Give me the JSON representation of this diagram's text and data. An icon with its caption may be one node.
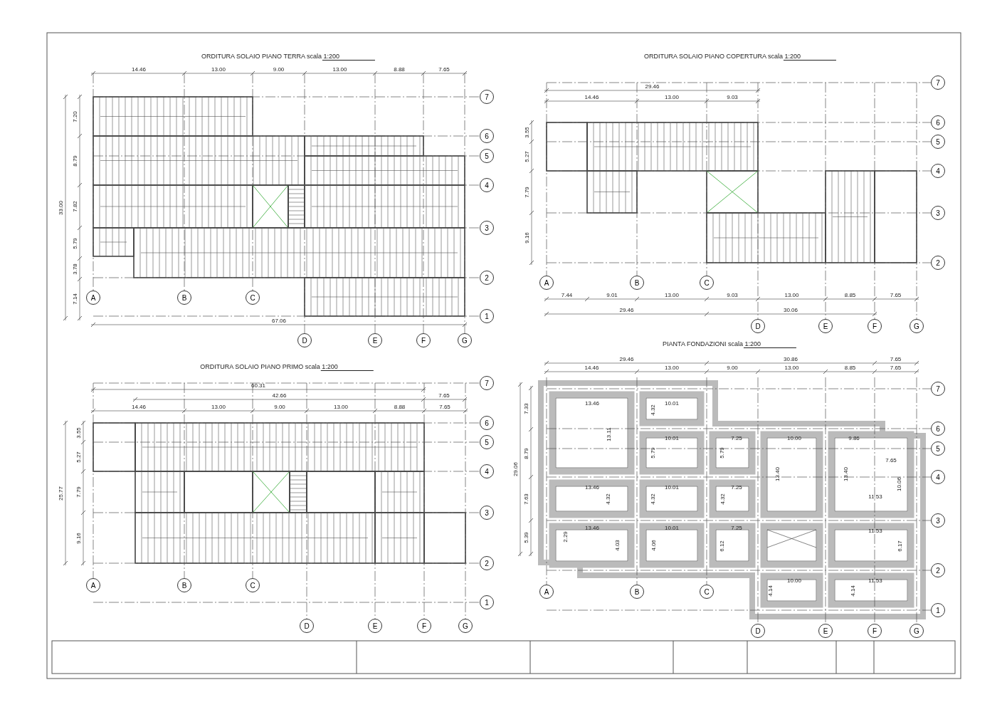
{
  "diagram": {
    "nodes": [
      {
        "text": [
          "7"
        ]
      },
      {
        "text": [
          "6"
        ]
      },
      {
        "text": [
          "5"
        ]
      },
      {
        "text": [
          "4"
        ]
      },
      {
        "text": [
          "3"
        ]
      },
      {
        "text": [
          "2"
        ]
      },
      {
        "text": [
          "1"
        ]
      },
      {
        "text": [
          "A"
        ]
      },
      {
        "text": [
          "B"
        ]
      },
      {
        "text": [
          "C"
        ]
      },
      {
        "text": [
          "D"
        ]
      },
      {
        "text": [
          "E"
        ]
      },
      {
        "text": [
          "F"
        ]
      },
      {
        "text": [
          "G"
        ]
      },
      {
        "text": [
          "7"
        ]
      },
      {
        "text": [
          "6"
        ]
      },
      {
        "text": [
          "5"
        ]
      },
      {
        "text": [
          "4"
        ]
      },
      {
        "text": [
          "3"
        ]
      },
      {
        "text": [
          "2"
        ]
      },
      {
        "text": [
          "A"
        ]
      },
      {
        "text": [
          "B"
        ]
      },
      {
        "text": [
          "C"
        ]
      },
      {
        "text": [
          "D"
        ]
      },
      {
        "text": [
          "E"
        ]
      },
      {
        "text": [
          "F"
        ]
      },
      {
        "text": [
          "G"
        ]
      },
      {
        "text": [
          "7"
        ]
      },
      {
        "text": [
          "6"
        ]
      },
      {
        "text": [
          "5"
        ]
      },
      {
        "text": [
          "4"
        ]
      },
      {
        "text": [
          "3"
        ]
      },
      {
        "text": [
          "2"
        ]
      },
      {
        "text": [
          "1"
        ]
      },
      {
        "text": [
          "A"
        ]
      },
      {
        "text": [
          "B"
        ]
      },
      {
        "text": [
          "C"
        ]
      },
      {
        "text": [
          "D"
        ]
      },
      {
        "text": [
          "E"
        ]
      },
      {
        "text": [
          "F"
        ]
      },
      {
        "text": [
          "G"
        ]
      },
      {
        "text": [
          "7"
        ]
      },
      {
        "text": [
          "6"
        ]
      },
      {
        "text": [
          "5"
        ]
      },
      {
        "text": [
          "4"
        ]
      },
      {
        "text": [
          "3"
        ]
      },
      {
        "text": [
          "2"
        ]
      },
      {
        "text": [
          "1"
        ]
      },
      {
        "text": [
          "A"
        ]
      },
      {
        "text": [
          "B"
        ]
      },
      {
        "text": [
          "C"
        ]
      },
      {
        "text": [
          "D"
        ]
      },
      {
        "text": [
          "E"
        ]
      },
      {
        "text": [
          "F"
        ]
      },
      {
        "text": [
          "G"
        ]
      }
    ],
    "labels": [
      "ORDITURA SOLAIO PIANO TERRA scala 1:200",
      "14.46",
      "13.00",
      "9.00",
      "13.00",
      "8.88",
      "7.65",
      "7.20",
      "8.79",
      "7.82",
      "5.79",
      "3.78",
      "7.14",
      "33.00",
      "67.06",
      "ORDITURA SOLAIO PIANO COPERTURA scala 1:200",
      "29.46",
      "14.46",
      "13.00",
      "9.03",
      "3.55",
      "5.27",
      "7.79",
      "9.16",
      "7.44",
      "9.01",
      "13.00",
      "9.03",
      "13.00",
      "8.85",
      "7.65",
      "29.46",
      "30.06",
      "ORDITURA SOLAIO PIANO PRIMO scala 1:200",
      "60.31",
      "42.66",
      "7.65",
      "14.46",
      "13.00",
      "9.00",
      "13.00",
      "8.88",
      "7.65",
      "3.55",
      "5.27",
      "7.79",
      "9.16",
      "25.77",
      "PIANTA FONDAZIONI scala 1:200",
      "29.46",
      "30.86",
      "7.65",
      "14.46",
      "13.00",
      "9.00",
      "13.00",
      "8.85",
      "7.65",
      "7.33",
      "8.79",
      "7.63",
      "5.39",
      "29.06",
      "13.46",
      "13.11",
      "10.01",
      "4.32",
      "10.01",
      "5.79",
      "7.25",
      "5.79",
      "10.00",
      "13.40",
      "9.86",
      "13.40",
      "7.65",
      "10.06",
      "13.46",
      "4.32",
      "10.01",
      "4.32",
      "7.25",
      "4.32",
      "11.53",
      "13.46",
      "2.29",
      "4.03",
      "10.01",
      "4.06",
      "7.25",
      "6.12",
      "11.53",
      "6.17",
      "10.00",
      "4.14",
      "11.53",
      "4.14"
    ]
  }
}
